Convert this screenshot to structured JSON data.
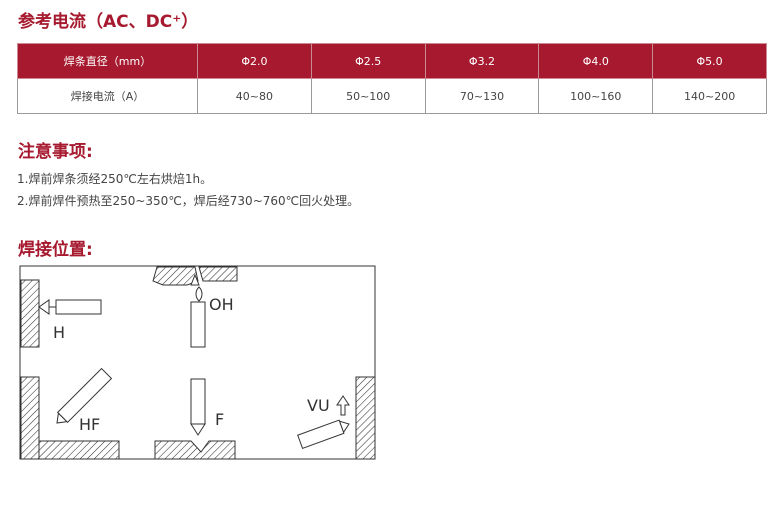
{
  "current": {
    "heading": "参考电流（AC、DC⁺）",
    "columns": [
      "焊条直径（mm）",
      "Φ2.0",
      "Φ2.5",
      "Φ3.2",
      "Φ4.0",
      "Φ5.0"
    ],
    "row": [
      "焊接电流（A）",
      "40~80",
      "50~100",
      "70~130",
      "100~160",
      "140~200"
    ]
  },
  "notes": {
    "heading": "注意事项:",
    "items": [
      "1.焊前焊条须经250℃左右烘焙1h。",
      "2.焊前焊件预热至250~350℃，焊后经730~760℃回火处理。"
    ]
  },
  "positions": {
    "heading": "焊接位置:",
    "labels": {
      "horizontal": "H",
      "overhead": "OH",
      "horizontal_fillet": "HF",
      "flat": "F",
      "vertical_up": "VU"
    }
  }
}
